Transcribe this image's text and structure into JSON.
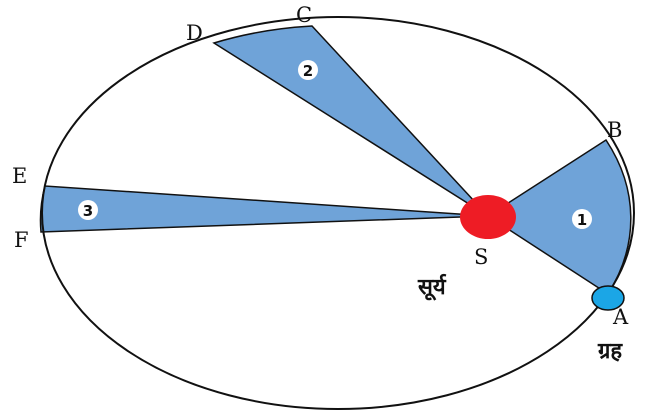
{
  "diagram": {
    "points": {
      "A": "A",
      "B": "B",
      "C": "C",
      "D": "D",
      "E": "E",
      "F": "F",
      "S": "S"
    },
    "sun_label": "सूर्य",
    "planet_label": "ग्रह",
    "sector_numbers": [
      "1",
      "2",
      "3"
    ]
  },
  "colors": {
    "sector_fill": "#6fa3d8",
    "sun": "#ee1c25",
    "planet": "#1ba6e6",
    "orbit_stroke": "#111111",
    "background": "#ffffff"
  }
}
